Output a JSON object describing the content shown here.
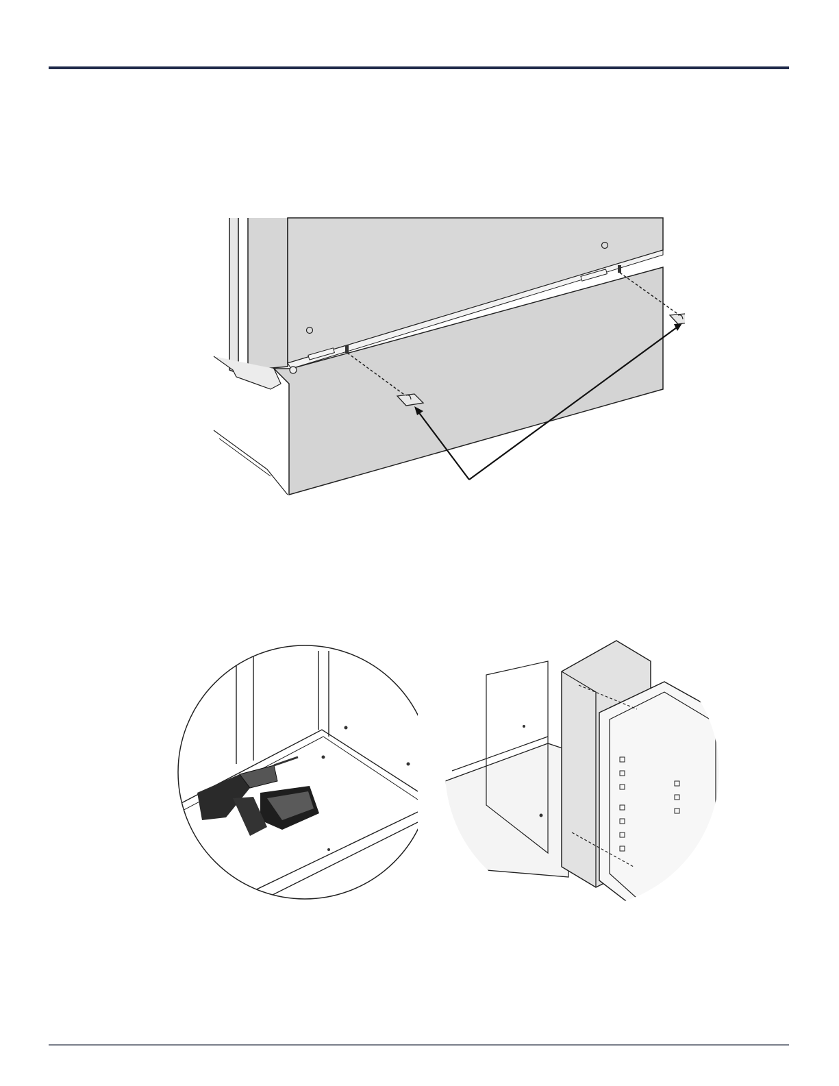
{
  "page": {
    "accent_color": "#1f2a4a",
    "footer_rule_color": "#7a7f8a"
  },
  "figures": [
    {
      "id": "bracket-installation-figure",
      "description_visible_text": ""
    },
    {
      "id": "drill-detail-figure",
      "description_visible_text": ""
    },
    {
      "id": "panel-alignment-figure",
      "description_visible_text": ""
    }
  ],
  "icons": [
    "drill-icon",
    "leveling-bracket-icon",
    "callout-arrow-icon"
  ]
}
